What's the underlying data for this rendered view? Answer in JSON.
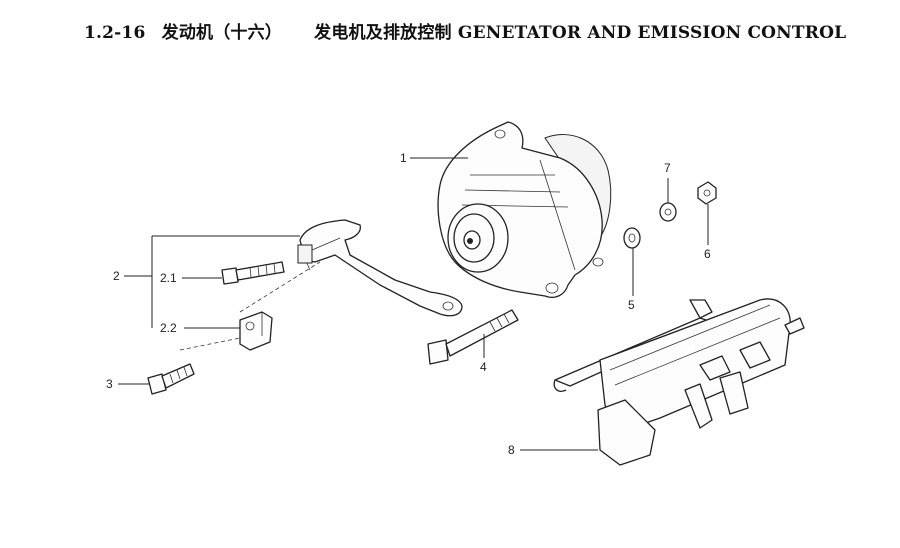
{
  "header": {
    "section": "1.2-16",
    "title_cn": "发动机（十六）",
    "subtitle": "发电机及排放控制 GENETATOR AND EMISSION CONTROL"
  },
  "callouts": [
    {
      "id": "1",
      "label": "1"
    },
    {
      "id": "2",
      "label": "2"
    },
    {
      "id": "2.1",
      "label": "2.1"
    },
    {
      "id": "2.2",
      "label": "2.2"
    },
    {
      "id": "3",
      "label": "3"
    },
    {
      "id": "4",
      "label": "4"
    },
    {
      "id": "5",
      "label": "5"
    },
    {
      "id": "6",
      "label": "6"
    },
    {
      "id": "7",
      "label": "7"
    },
    {
      "id": "8",
      "label": "8"
    }
  ]
}
